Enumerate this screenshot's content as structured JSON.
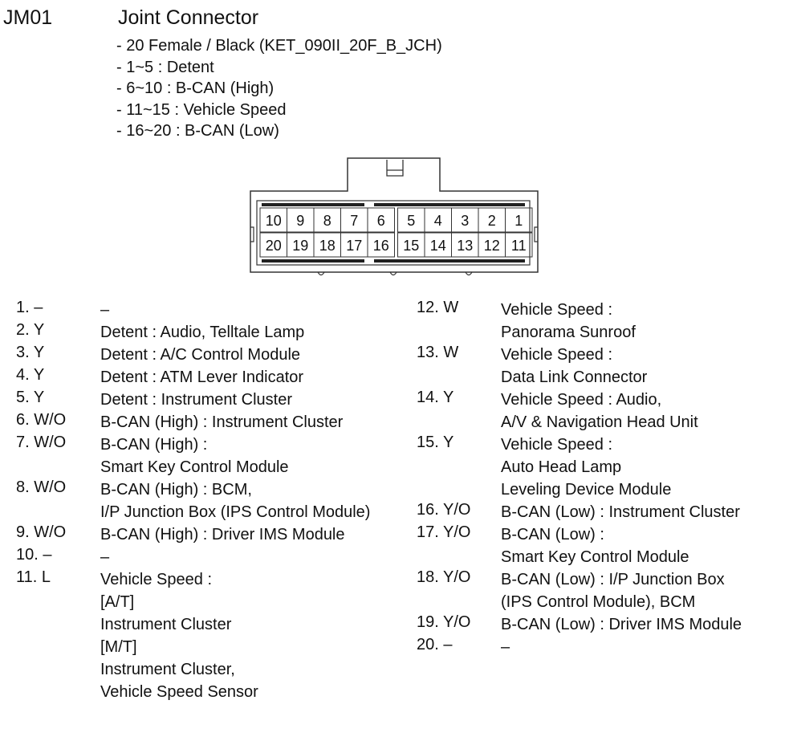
{
  "header": {
    "code": "JM01",
    "title": "Joint Connector",
    "specs": [
      "- 20 Female / Black (KET_090II_20F_B_JCH)",
      "- 1~5 : Detent",
      "- 6~10 : B-CAN (High)",
      "- 11~15 : Vehicle Speed",
      "- 16~20 : B-CAN (Low)"
    ]
  },
  "connector": {
    "top_row": [
      "10",
      "9",
      "8",
      "7",
      "6",
      "5",
      "4",
      "3",
      "2",
      "1"
    ],
    "bottom_row": [
      "20",
      "19",
      "18",
      "17",
      "16",
      "15",
      "14",
      "13",
      "12",
      "11"
    ]
  },
  "pins": [
    {
      "no": "1. –",
      "desc": [
        "–"
      ]
    },
    {
      "no": "2. Y",
      "desc": [
        "Detent : Audio, Telltale Lamp"
      ]
    },
    {
      "no": "3. Y",
      "desc": [
        "Detent : A/C Control Module"
      ]
    },
    {
      "no": "4. Y",
      "desc": [
        "Detent : ATM Lever Indicator"
      ]
    },
    {
      "no": "5. Y",
      "desc": [
        "Detent : Instrument Cluster"
      ]
    },
    {
      "no": "6. W/O",
      "desc": [
        "B-CAN (High) : Instrument Cluster"
      ]
    },
    {
      "no": "7. W/O",
      "desc": [
        "B-CAN (High) :",
        "Smart Key Control Module"
      ]
    },
    {
      "no": "8. W/O",
      "desc": [
        "B-CAN (High) : BCM,",
        "I/P Junction Box (IPS Control Module)"
      ]
    },
    {
      "no": "9. W/O",
      "desc": [
        "B-CAN (High) : Driver IMS Module"
      ]
    },
    {
      "no": "10. –",
      "desc": [
        "–"
      ]
    },
    {
      "no": "11. L",
      "desc": [
        "Vehicle Speed :",
        "[A/T]",
        "Instrument Cluster",
        "[M/T]",
        "Instrument Cluster,",
        "Vehicle Speed Sensor"
      ]
    },
    {
      "no": "12. W",
      "desc": [
        "Vehicle Speed :",
        "Panorama Sunroof"
      ]
    },
    {
      "no": "13. W",
      "desc": [
        "Vehicle Speed :",
        "Data Link Connector"
      ]
    },
    {
      "no": "14. Y",
      "desc": [
        "Vehicle Speed : Audio,",
        "A/V & Navigation Head Unit"
      ]
    },
    {
      "no": "15. Y",
      "desc": [
        "Vehicle Speed :",
        "Auto Head Lamp",
        "Leveling Device Module"
      ]
    },
    {
      "no": "16. Y/O",
      "desc": [
        "B-CAN (Low) : Instrument Cluster"
      ]
    },
    {
      "no": "17. Y/O",
      "desc": [
        "B-CAN (Low) :",
        "Smart Key Control Module"
      ]
    },
    {
      "no": "18. Y/O",
      "desc": [
        "B-CAN (Low) : I/P Junction Box",
        "(IPS Control Module), BCM"
      ]
    },
    {
      "no": "19. Y/O",
      "desc": [
        "B-CAN (Low) : Driver IMS Module"
      ]
    },
    {
      "no": "20. –",
      "desc": [
        "–"
      ]
    }
  ]
}
